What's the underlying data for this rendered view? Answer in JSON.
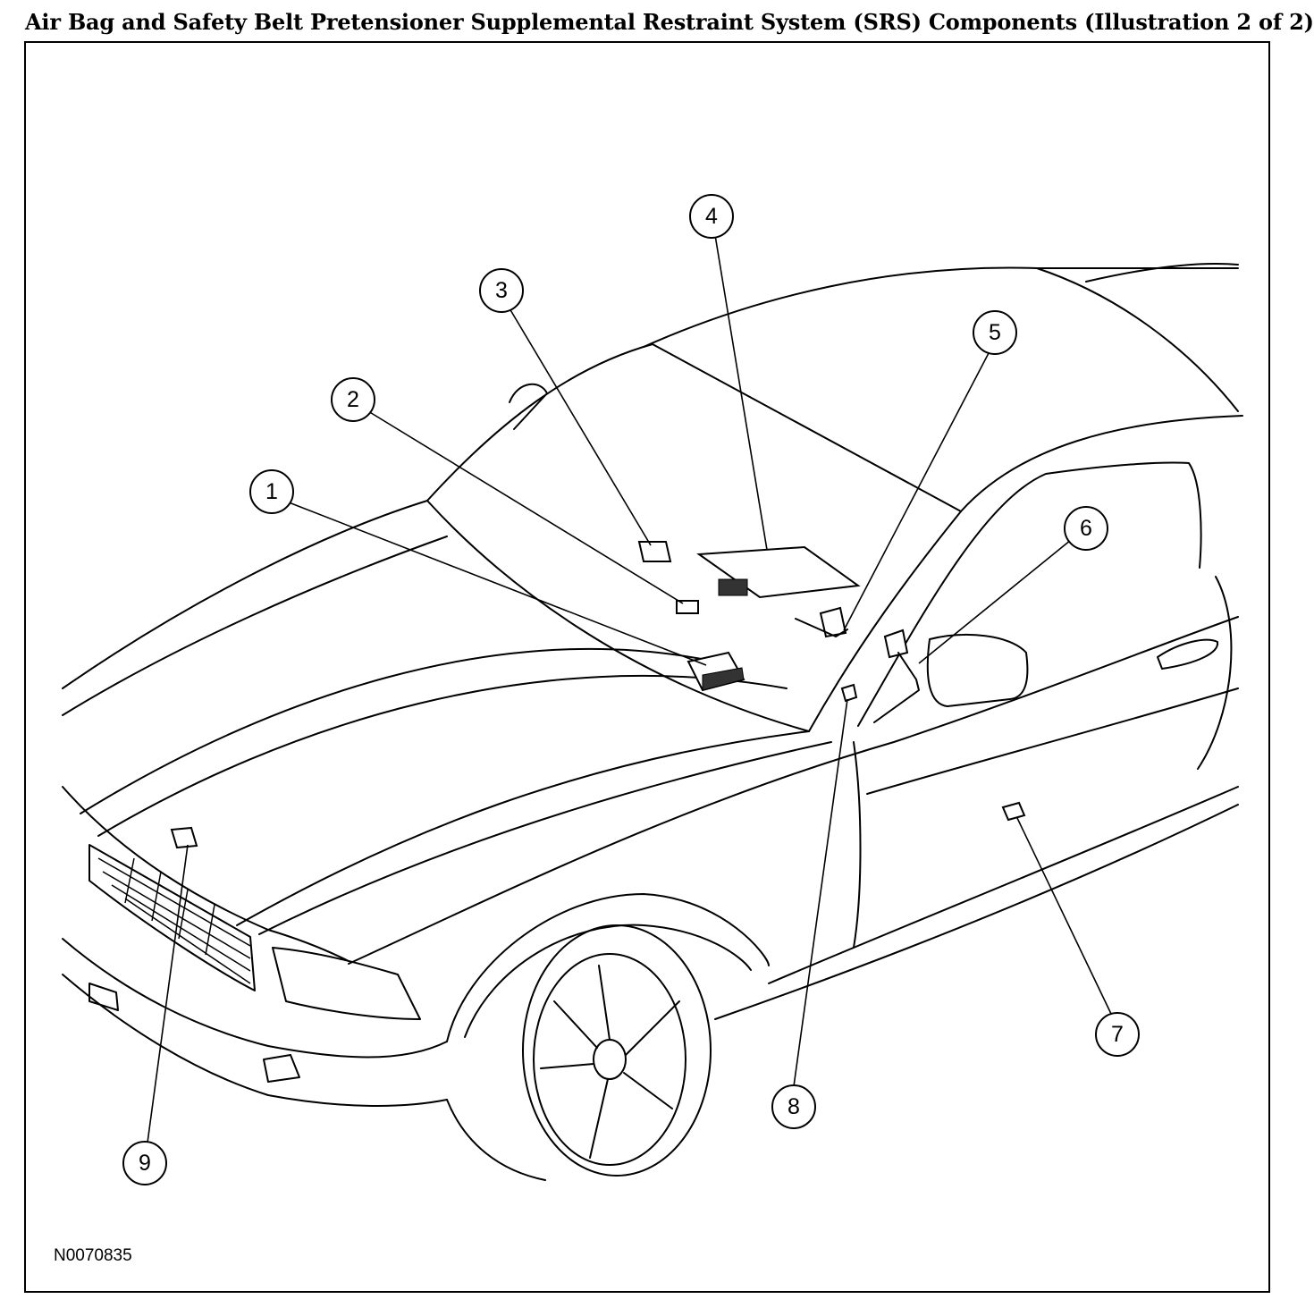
{
  "title": "Air Bag and Safety Belt Pretensioner Supplemental Restraint System (SRS) Components (Illustration 2 of 2)",
  "figure_id": "N0070835",
  "callouts": [
    "1",
    "2",
    "3",
    "4",
    "5",
    "6",
    "7",
    "8",
    "9"
  ]
}
